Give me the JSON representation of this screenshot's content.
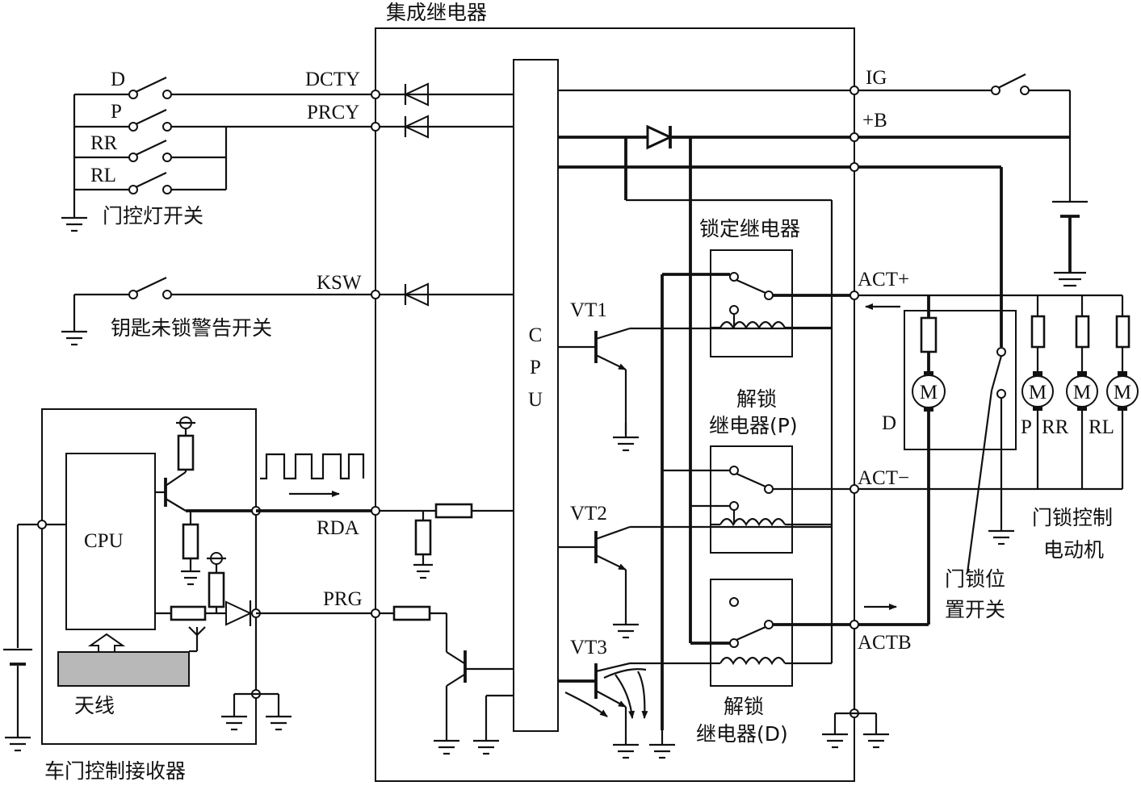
{
  "relay": {
    "title": "集成继电器",
    "cpu_letters": [
      "C",
      "P",
      "U"
    ],
    "lock_relay": "锁定继电器",
    "unlock_p_line1": "解锁",
    "unlock_p_line2": "继电器(P)",
    "unlock_d_line1": "解锁",
    "unlock_d_line2": "继电器(D)",
    "vt1": "VT1",
    "vt2": "VT2",
    "vt3": "VT3"
  },
  "terminals": {
    "dcty": "DCTY",
    "prcy": "PRCY",
    "ksw": "KSW",
    "rda": "RDA",
    "prg": "PRG",
    "ig": "IG",
    "b_plus": "+B",
    "act_plus": "ACT+",
    "act_minus": "ACT−",
    "actb": "ACTB"
  },
  "switches": {
    "d": "D",
    "p": "P",
    "rr": "RR",
    "rl": "RL",
    "door_lamp": "门控灯开关",
    "key_warning": "钥匙未锁警告开关"
  },
  "receiver": {
    "cpu": "CPU",
    "antenna": "天线",
    "title": "车门控制接收器"
  },
  "motors": {
    "m": "M",
    "d": "D",
    "p": "P",
    "rr": "RR",
    "rl": "RL",
    "motor_line1": "门锁控制",
    "motor_line2": "电动机",
    "pos_line1": "门锁位",
    "pos_line2": "置开关"
  }
}
